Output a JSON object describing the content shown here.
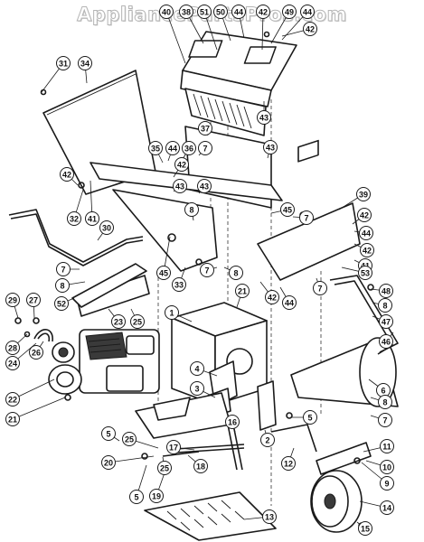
{
  "watermark": "AppliancePartsPros.com",
  "callouts": [
    {
      "label": "40"
    },
    {
      "label": "38"
    },
    {
      "label": "51"
    },
    {
      "label": "50"
    },
    {
      "label": "44"
    },
    {
      "label": "42"
    },
    {
      "label": "49"
    },
    {
      "label": "44"
    },
    {
      "label": "42"
    },
    {
      "label": "31"
    },
    {
      "label": "34"
    },
    {
      "label": "43"
    },
    {
      "label": "37"
    },
    {
      "label": "43"
    },
    {
      "label": "35"
    },
    {
      "label": "44"
    },
    {
      "label": "36"
    },
    {
      "label": "7"
    },
    {
      "label": "42"
    },
    {
      "label": "43"
    },
    {
      "label": "43"
    },
    {
      "label": "8"
    },
    {
      "label": "42"
    },
    {
      "label": "32"
    },
    {
      "label": "41"
    },
    {
      "label": "30"
    },
    {
      "label": "45"
    },
    {
      "label": "7"
    },
    {
      "label": "39"
    },
    {
      "label": "42"
    },
    {
      "label": "44"
    },
    {
      "label": "42"
    },
    {
      "label": "41"
    },
    {
      "label": "53"
    },
    {
      "label": "7"
    },
    {
      "label": "8"
    },
    {
      "label": "45"
    },
    {
      "label": "33"
    },
    {
      "label": "7"
    },
    {
      "label": "8"
    },
    {
      "label": "42"
    },
    {
      "label": "44"
    },
    {
      "label": "7"
    },
    {
      "label": "52"
    },
    {
      "label": "21"
    },
    {
      "label": "48"
    },
    {
      "label": "8"
    },
    {
      "label": "47"
    },
    {
      "label": "29"
    },
    {
      "label": "27"
    },
    {
      "label": "23"
    },
    {
      "label": "25"
    },
    {
      "label": "1"
    },
    {
      "label": "46"
    },
    {
      "label": "28"
    },
    {
      "label": "26"
    },
    {
      "label": "24"
    },
    {
      "label": "4"
    },
    {
      "label": "3"
    },
    {
      "label": "6"
    },
    {
      "label": "22"
    },
    {
      "label": "8"
    },
    {
      "label": "5"
    },
    {
      "label": "7"
    },
    {
      "label": "21"
    },
    {
      "label": "5"
    },
    {
      "label": "25"
    },
    {
      "label": "16"
    },
    {
      "label": "2"
    },
    {
      "label": "11"
    },
    {
      "label": "17"
    },
    {
      "label": "12"
    },
    {
      "label": "10"
    },
    {
      "label": "20"
    },
    {
      "label": "18"
    },
    {
      "label": "9"
    },
    {
      "label": "25"
    },
    {
      "label": "5"
    },
    {
      "label": "19"
    },
    {
      "label": "14"
    },
    {
      "label": "13"
    },
    {
      "label": "15"
    }
  ]
}
